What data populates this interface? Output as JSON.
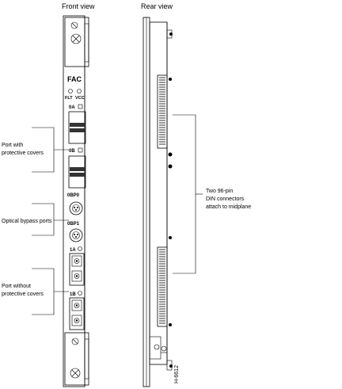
{
  "views": {
    "front": "Front view",
    "rear": "Rear view"
  },
  "faceplate": {
    "card_name": "FAC",
    "led_flt": "FLT",
    "led_vcc": "VCC",
    "port_0a": "0A",
    "port_0b": "0B",
    "port_0bp0": "0BP0",
    "port_0bp1": "0BP1",
    "port_1a": "1A",
    "port_1b": "1B"
  },
  "callouts": {
    "ports_with_covers_line1": "Port with",
    "ports_with_covers_line2": "protective covers",
    "optical_bypass": "Optical bypass ports",
    "ports_without_covers_line1": "Port without",
    "ports_without_covers_line2": "protective covers",
    "din_line1": "Two 96-pin",
    "din_line2": "DIN connectors",
    "din_line3": "attach to midplane"
  },
  "figure_id": "H-6612"
}
